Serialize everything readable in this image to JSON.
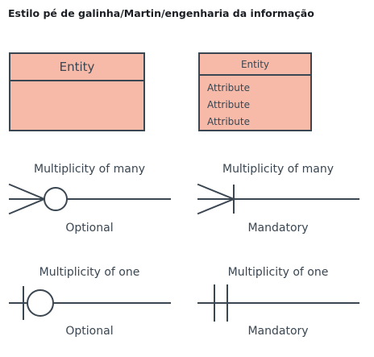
{
  "title": "Estilo pé de galinha/Martin/engenharia da informação",
  "entities": {
    "simple": {
      "name": "Entity"
    },
    "with_attributes": {
      "name": "Entity",
      "attributes": [
        "Attribute",
        "Attribute",
        "Attribute"
      ]
    }
  },
  "notations": [
    {
      "top_label": "Multiplicity of many",
      "bottom_label": "Optional",
      "symbol": "crows-foot-circle"
    },
    {
      "top_label": "Multiplicity of many",
      "bottom_label": "Mandatory",
      "symbol": "crows-foot-bar"
    },
    {
      "top_label": "Multiplicity of one",
      "bottom_label": "Optional",
      "symbol": "bar-circle"
    },
    {
      "top_label": "Multiplicity of one",
      "bottom_label": "Mandatory",
      "symbol": "double-bar"
    }
  ],
  "colors": {
    "entity_fill": "#f7b9a8",
    "stroke": "#3a4651"
  }
}
